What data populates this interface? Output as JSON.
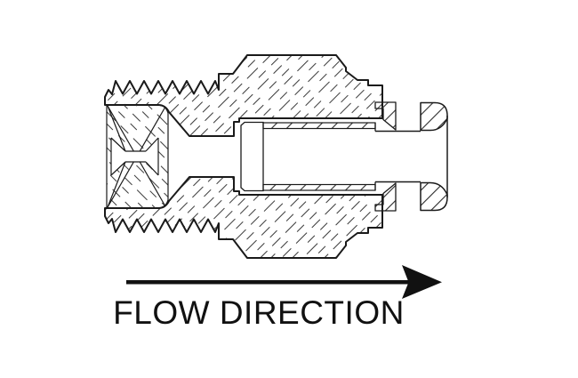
{
  "diagram": {
    "title": "fitting-cross-section",
    "label": "FLOW DIRECTION",
    "arrow_direction": "right",
    "colors": {
      "line": "#1a1a1a",
      "hatch": "#3a3a3a",
      "background": "#ffffff",
      "text": "#111111"
    }
  }
}
